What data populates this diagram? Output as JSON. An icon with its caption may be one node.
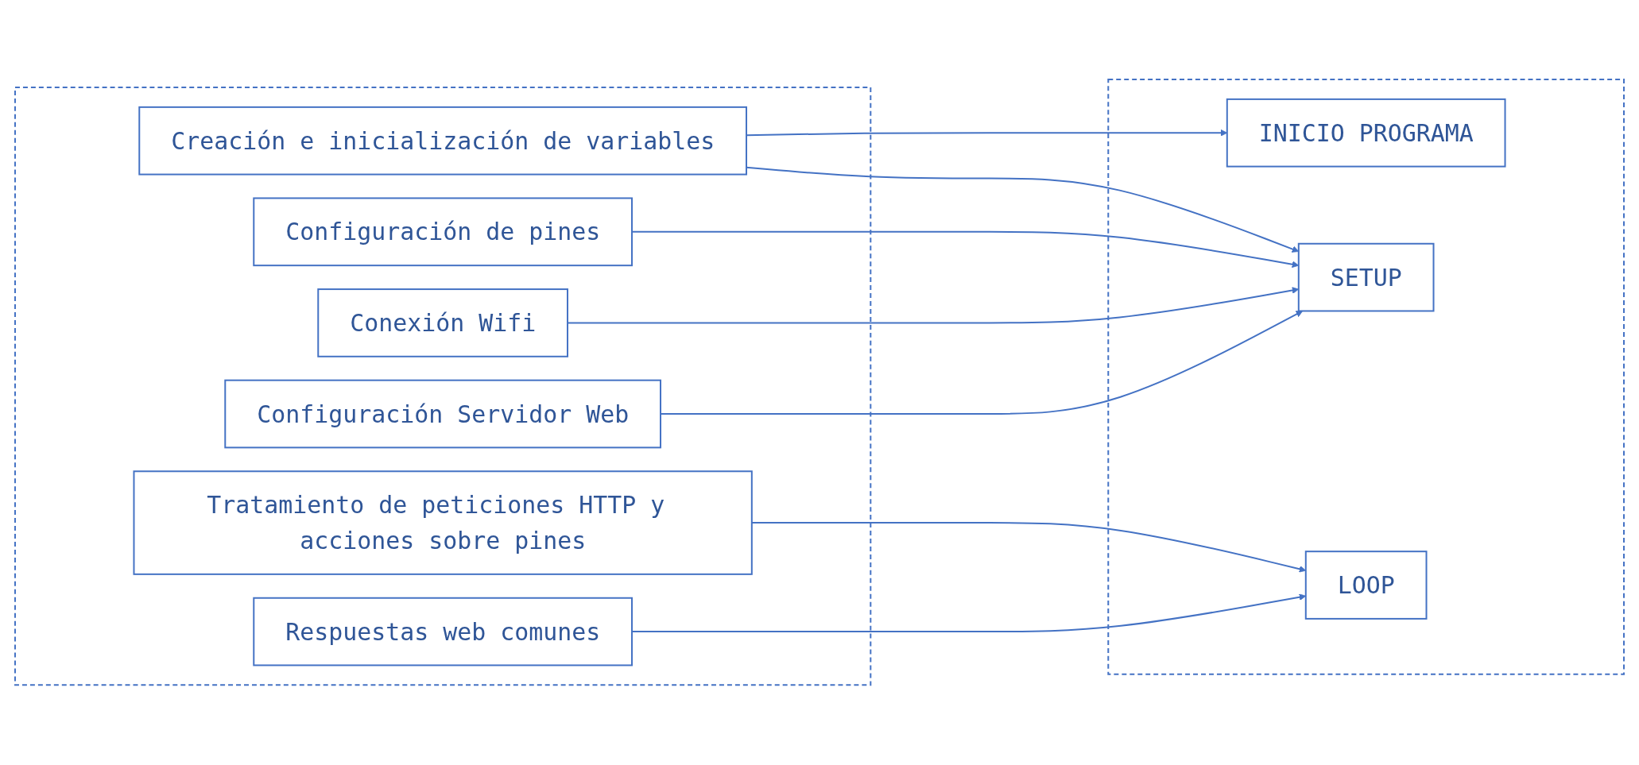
{
  "diagram": {
    "nodes": [
      {
        "text": [],
        "shape": "box"
      },
      {
        "text": [
          "Creación e inicialización de variables"
        ],
        "in": 0
      },
      {
        "text": [
          "Configuración de pines"
        ],
        "in": 0
      },
      {
        "text": [
          "Conexión Wifi"
        ],
        "in": 0
      },
      {
        "text": [
          "Configuración Servidor Web"
        ],
        "in": 0
      },
      {
        "text": [
          "Tratamiento de peticiones HTTP y acciones sobre pines"
        ],
        "in": 0
      },
      {
        "text": [
          "Respuestas web comunes"
        ],
        "in": 0
      },
      {
        "text": [],
        "shape": "box"
      },
      {
        "text": [
          "INICIO PROGRAMA"
        ],
        "in": 7
      },
      {
        "text": [
          "SETUP"
        ],
        "in": 7
      },
      {
        "text": [
          "LOOP"
        ],
        "in": 7
      }
    ],
    "edges": [
      {
        "from": 1,
        "to": 8,
        "arrow": "to"
      },
      {
        "from": 1,
        "to": 9,
        "arrow": "to"
      },
      {
        "from": 2,
        "to": 9,
        "arrow": "to"
      },
      {
        "from": 3,
        "to": 9,
        "arrow": "to"
      },
      {
        "from": 4,
        "to": 9,
        "arrow": "to"
      },
      {
        "from": 5,
        "to": 10,
        "arrow": "to"
      },
      {
        "from": 6,
        "to": 10,
        "arrow": "to"
      }
    ]
  }
}
